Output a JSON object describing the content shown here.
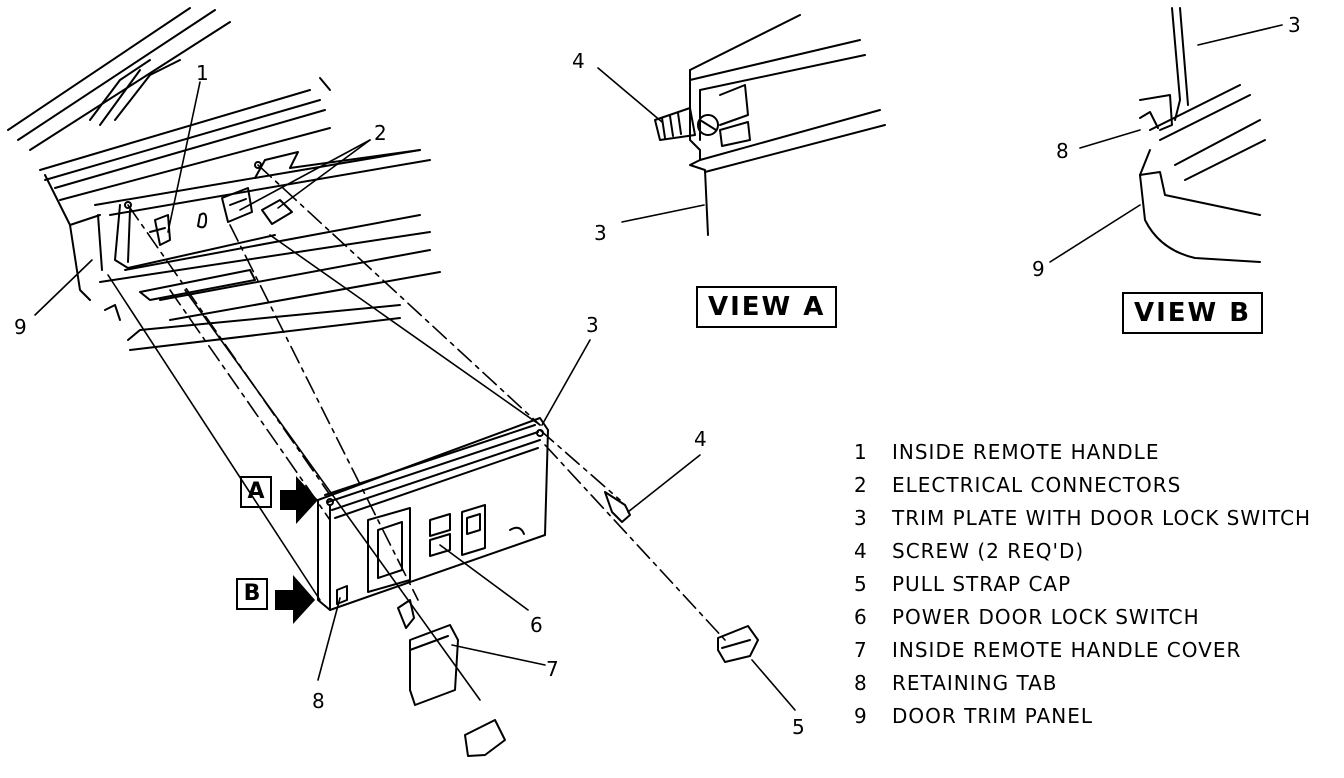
{
  "views": {
    "a_label": "VIEW A",
    "b_label": "VIEW B"
  },
  "tags": {
    "a": "A",
    "b": "B"
  },
  "callouts": {
    "main": [
      "1",
      "2",
      "3",
      "4",
      "5",
      "6",
      "7",
      "8",
      "9"
    ],
    "view_a": [
      "4",
      "3"
    ],
    "view_b": [
      "3",
      "8",
      "9"
    ]
  },
  "legend": [
    {
      "num": "1",
      "label": "INSIDE REMOTE HANDLE"
    },
    {
      "num": "2",
      "label": "ELECTRICAL CONNECTORS"
    },
    {
      "num": "3",
      "label": "TRIM PLATE WITH DOOR LOCK SWITCH"
    },
    {
      "num": "4",
      "label": "SCREW (2 REQ'D)"
    },
    {
      "num": "5",
      "label": "PULL STRAP CAP"
    },
    {
      "num": "6",
      "label": "POWER DOOR LOCK SWITCH"
    },
    {
      "num": "7",
      "label": "INSIDE REMOTE HANDLE COVER"
    },
    {
      "num": "8",
      "label": "RETAINING TAB"
    },
    {
      "num": "9",
      "label": "DOOR TRIM PANEL"
    }
  ]
}
